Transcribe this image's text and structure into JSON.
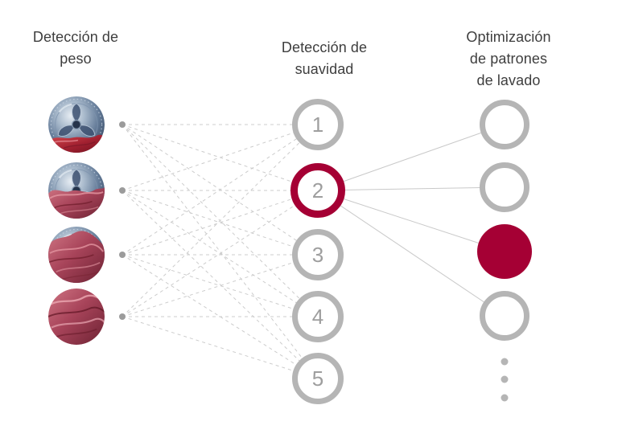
{
  "columns": [
    {
      "id": "weight",
      "title": "Detección de\npeso"
    },
    {
      "id": "softness",
      "title": "Detección de\nsuavidad"
    },
    {
      "id": "patterns",
      "title": "Optimización\nde patrones\nde lavado"
    }
  ],
  "left_nodes": [
    {
      "icon": "washer-drum-photo-light-load"
    },
    {
      "icon": "washer-drum-photo-half-load"
    },
    {
      "icon": "washer-drum-photo-heavy-load"
    },
    {
      "icon": "washer-drum-photo-full-load"
    }
  ],
  "middle_nodes": [
    {
      "label": "1",
      "highlighted": false
    },
    {
      "label": "2",
      "highlighted": true
    },
    {
      "label": "3",
      "highlighted": false
    },
    {
      "label": "4",
      "highlighted": false
    },
    {
      "label": "5",
      "highlighted": false
    }
  ],
  "right_nodes": [
    {
      "filled": false
    },
    {
      "filled": false
    },
    {
      "filled": true
    },
    {
      "filled": false
    }
  ],
  "ellipsis_dots": 3,
  "edges": {
    "left_to_middle": [
      [
        0,
        0
      ],
      [
        0,
        1
      ],
      [
        0,
        2
      ],
      [
        0,
        3
      ],
      [
        0,
        4
      ],
      [
        1,
        0
      ],
      [
        1,
        1
      ],
      [
        1,
        2
      ],
      [
        1,
        3
      ],
      [
        1,
        4
      ],
      [
        2,
        0
      ],
      [
        2,
        1
      ],
      [
        2,
        2
      ],
      [
        2,
        3
      ],
      [
        2,
        4
      ],
      [
        3,
        0
      ],
      [
        3,
        1
      ],
      [
        3,
        2
      ],
      [
        3,
        3
      ],
      [
        3,
        4
      ]
    ],
    "middle_to_right": [
      [
        1,
        0
      ],
      [
        1,
        1
      ],
      [
        1,
        2
      ],
      [
        1,
        3
      ]
    ]
  },
  "colors": {
    "accent": "#a50034",
    "ring": "#b5b5b5",
    "number": "#9e9e9e",
    "line": "#c9c9c9",
    "dashed_line": "#cccccc",
    "text": "#3e3e3e",
    "dot": "#9b9b9b",
    "ellipsis": "#b5b5b5"
  }
}
